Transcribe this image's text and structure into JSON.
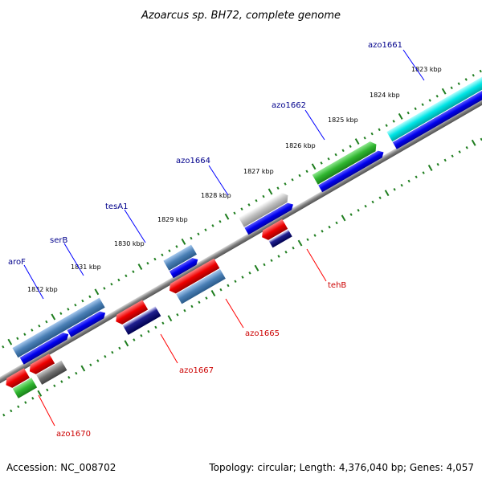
{
  "title": "Azoarcus sp. BH72, complete genome",
  "footer": {
    "accession": "Accession: NC_008702",
    "summary": "Topology: circular; Length: 4,376,040 bp; Genes: 4,057"
  },
  "kbp_ticks": [
    "1823 kbp",
    "1824 kbp",
    "1825 kbp",
    "1826 kbp",
    "1827 kbp",
    "1828 kbp",
    "1829 kbp",
    "1830 kbp",
    "1831 kbp",
    "1832 kbp"
  ],
  "gene_labels": {
    "azo1661": "azo1661",
    "azo1662": "azo1662",
    "azo1664": "azo1664",
    "tesA1": "tesA1",
    "serB": "serB",
    "aroF": "aroF",
    "tehB": "tehB",
    "azo1665": "azo1665",
    "azo1667": "azo1667",
    "azo1670": "azo1670"
  },
  "colors": {
    "backbone": "#808080",
    "tick_marks": "#1e7d1e",
    "forward_label": "#00008b",
    "reverse_label": "#cc0000",
    "cds": "#0000ee",
    "cyan": "#00e5e5",
    "green": "#2fb52f",
    "silver": "#c0c0c0",
    "steel": "#4a7fb5",
    "red": "#ee0000",
    "navy": "#000070",
    "gray": "#707070"
  }
}
